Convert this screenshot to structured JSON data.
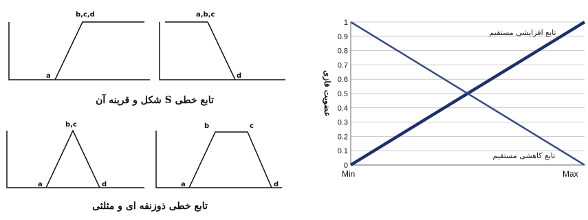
{
  "chart_data": [
    {
      "type": "line",
      "title": "",
      "caption": "تابع خطی S شکل و قرینه آن",
      "series": [
        {
          "labels": [
            "a",
            "b,c,d"
          ],
          "y": [
            0,
            1,
            1
          ]
        },
        {
          "labels": [
            "a,b,c",
            "d"
          ],
          "y": [
            1,
            1,
            0
          ]
        }
      ]
    },
    {
      "type": "line",
      "title": "",
      "caption": "تابع خطی ذوزنقه ای و مثلثی",
      "series": [
        {
          "labels": [
            "a",
            "b,c",
            "d"
          ],
          "y": [
            0,
            1,
            0
          ]
        },
        {
          "labels": [
            "a",
            "b",
            "c",
            "d"
          ],
          "y": [
            0,
            1,
            1,
            0
          ]
        }
      ]
    },
    {
      "type": "line",
      "title": "",
      "ylabel": "عضویت فازی",
      "x_ticks": [
        "Min",
        "Max"
      ],
      "y_ticks": [
        "0",
        "0.1",
        "0.2",
        "0.3",
        "0.4",
        "0.5",
        "0.6",
        "0.7",
        "0.8",
        "0.9",
        "1"
      ],
      "ylim": [
        0,
        1
      ],
      "grid": true,
      "series": [
        {
          "name": "تابع افزایشی مستقیم",
          "x": [
            0,
            1
          ],
          "y": [
            0,
            1
          ],
          "color": "#1f2f6b"
        },
        {
          "name": "تابع کاهشی مستقیم",
          "x": [
            0,
            1
          ],
          "y": [
            1,
            0
          ],
          "color": "#3a4a86"
        }
      ]
    }
  ]
}
